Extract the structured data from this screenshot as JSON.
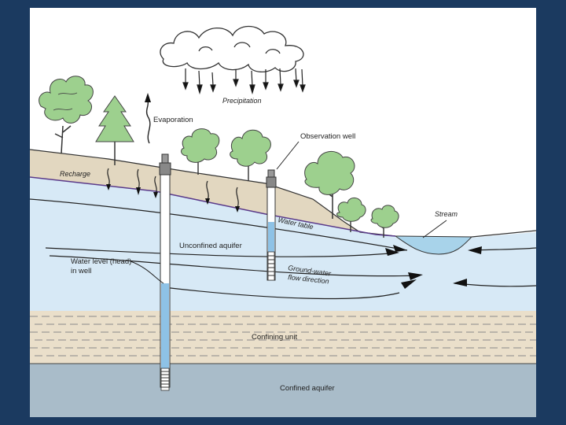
{
  "labels": {
    "precipitation": "Precipitation",
    "evaporation": "Evaporation",
    "observation_well": "Observation well",
    "recharge": "Recharge",
    "water_table": "Water table",
    "stream": "Stream",
    "unconfined_aquifer": "Unconfined aquifer",
    "water_level_line1": "Water level (head)",
    "water_level_line2": "in well",
    "groundwater_line1": "Ground-water",
    "groundwater_line2": "flow direction",
    "confining_unit": "Confining unit",
    "confined_aquifer": "Confined aquifer"
  },
  "colors": {
    "background": "#1b3a60",
    "soil": "#e2d7c0",
    "aquifer": "#d7e9f6",
    "confining_unit": "#eadfca",
    "confined_aquifer": "#a9bcc9",
    "stream_water": "#a8d3ea",
    "foliage": "#9dd08e",
    "water_in_well": "#8ec2e6"
  }
}
